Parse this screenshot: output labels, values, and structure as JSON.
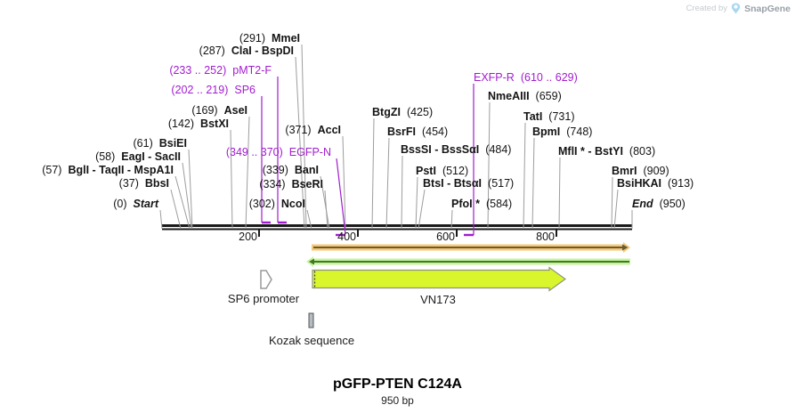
{
  "watermark": {
    "prefix": "Created by",
    "brand": "SnapGene"
  },
  "map": {
    "ruler": {
      "ticks": [
        "200",
        "400",
        "600",
        "800"
      ]
    },
    "sites": [
      {
        "pos": "(0)",
        "name": "Start"
      },
      {
        "pos": "(37)",
        "name": "BbsI"
      },
      {
        "pos": "(57)",
        "name": "BglI - TaqII - MspA1I"
      },
      {
        "pos": "(58)",
        "name": "EagI - SacII"
      },
      {
        "pos": "(61)",
        "name": "BsiEI"
      },
      {
        "pos": "(142)",
        "name": "BstXI"
      },
      {
        "pos": "(169)",
        "name": "AseI"
      },
      {
        "pos": "(287)",
        "name": "ClaI - BspDI"
      },
      {
        "pos": "(291)",
        "name": "MmeI"
      },
      {
        "pos": "(302)",
        "name": "NcoI"
      },
      {
        "pos": "(334)",
        "name": "BseRI"
      },
      {
        "pos": "(339)",
        "name": "BanI"
      },
      {
        "pos": "(371)",
        "name": "AccI"
      },
      {
        "name": "BtgZI",
        "pos": "(425)"
      },
      {
        "name": "BsrFI",
        "pos": "(454)"
      },
      {
        "name": "BssSI - BssSαI",
        "pos": "(484)"
      },
      {
        "name": "PstI",
        "pos": "(512)"
      },
      {
        "name": "BtsI - BtsαI",
        "pos": "(517)"
      },
      {
        "name": "PfoI *",
        "pos": "(584)"
      },
      {
        "name": "NmeAIII",
        "pos": "(659)"
      },
      {
        "name": "TatI",
        "pos": "(731)"
      },
      {
        "name": "BpmI",
        "pos": "(748)"
      },
      {
        "name": "MflI * - BstYI",
        "pos": "(803)"
      },
      {
        "name": "BmrI",
        "pos": "(909)"
      },
      {
        "name": "BsiHKAI",
        "pos": "(913)"
      },
      {
        "name": "End",
        "pos": "(950)"
      }
    ],
    "primers": [
      {
        "pos": "(202 .. 219)",
        "name": "SP6"
      },
      {
        "pos": "(233 .. 252)",
        "name": "pMT2-F"
      },
      {
        "pos": "(349 .. 370)",
        "name": "EGFP-N"
      },
      {
        "name": "EXFP-R",
        "pos": "(610 .. 629)"
      }
    ],
    "features": {
      "promoter": "SP6 promoter",
      "orf": "VN173",
      "kozak": "Kozak sequence"
    }
  },
  "title": {
    "text": "pGFP-PTEN C124A",
    "length": "950 bp"
  },
  "colors": {
    "primer_purple": "#A21CCF",
    "orange_arrow": "#F5C877",
    "orange_core": "#6A5C32",
    "green_arrow": "#C7F2A0",
    "green_core": "#3E7A1F",
    "orf_fill": "#D9F62C",
    "logo_blue": "#A9D7F2"
  }
}
